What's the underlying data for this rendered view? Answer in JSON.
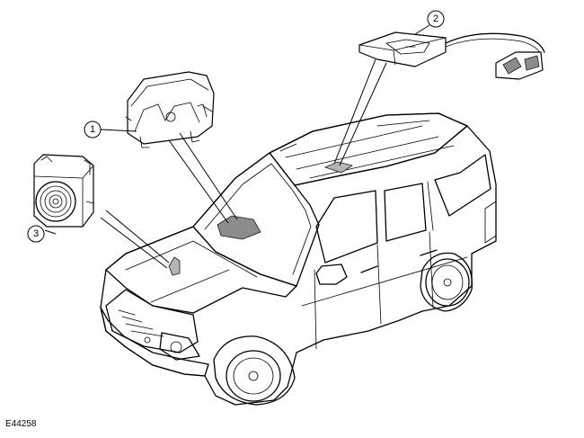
{
  "figure": {
    "reference_code": "E44258",
    "callouts": [
      {
        "label": "1",
        "component": "instrument-cluster"
      },
      {
        "label": "2",
        "component": "roof-module-with-harness"
      },
      {
        "label": "3",
        "component": "sounder-unit"
      }
    ]
  }
}
